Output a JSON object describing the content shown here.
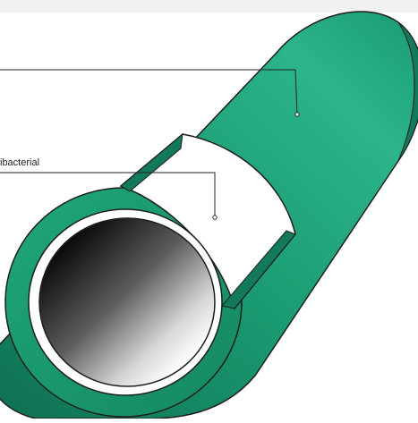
{
  "diagram": {
    "labels": [
      {
        "id": "outer-layer",
        "text": ""
      },
      {
        "id": "inner-layer",
        "text": "ibacterial"
      }
    ],
    "colors": {
      "pipe_outer": "#1a9a72",
      "pipe_dark": "#127a5a",
      "pipe_highlight": "#34bf95",
      "inner_layer": "#ffffff",
      "bore_shadow": "#111111",
      "stroke": "#1d1d1d",
      "leader": "#222222",
      "top_band": "#f1f1f1"
    }
  }
}
